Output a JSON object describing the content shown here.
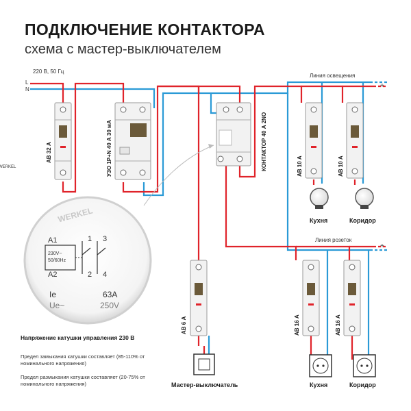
{
  "header": {
    "title": "ПОДКЛЮЧЕНИЕ КОНТАКТОРА",
    "subtitle": "схема с мастер-выключателем"
  },
  "supply": {
    "voltage": "220 В, 50 Гц",
    "l_label": "L",
    "n_label": "N"
  },
  "lines": {
    "lighting": "Линия освещения",
    "sockets": "Линия розеток",
    "plus_top": "+",
    "plus_bottom": "+"
  },
  "devices": {
    "main_breaker": "АВ 32 А",
    "rcd": "УЗО 1Р+N 40 А 30 мА",
    "contactor": "КОНТАКТОР 40 А 2NO",
    "light_breaker_1": "АВ 10 А",
    "light_breaker_2": "АВ 10 А",
    "switch_breaker": "АВ 6 А",
    "socket_breaker_1": "АВ 16 А",
    "socket_breaker_2": "АВ 16 А"
  },
  "brand": "WERKEL",
  "consumers": {
    "lamp_1": "Кухня",
    "lamp_2": "Коридор",
    "master_switch": "Мастер-выключатель",
    "socket_1": "Кухня",
    "socket_2": "Коридор"
  },
  "magnifier": {
    "a1": "A1",
    "a2": "A2",
    "coil_rating": "230V~",
    "coil_freq": "50/60Hz",
    "t1": "1",
    "t3": "3",
    "t2": "2",
    "t4": "4",
    "ie_label": "Ie",
    "ie_value": "63A",
    "ue_label": "Ue~",
    "ue_value": "250V"
  },
  "notes": {
    "coil_title": "Напряжение катушки управления 230 В",
    "close_note": "Предел замыкания катушки составляет (85-110% от номинального напряжения)",
    "open_note": "Предел размыкания катушки составляет (20-75% от номинального напряжения)"
  },
  "colors": {
    "phase": "#e0232a",
    "neutral": "#2a9ad6",
    "device_body": "#f2f2f2",
    "text": "#1a1a1a"
  }
}
